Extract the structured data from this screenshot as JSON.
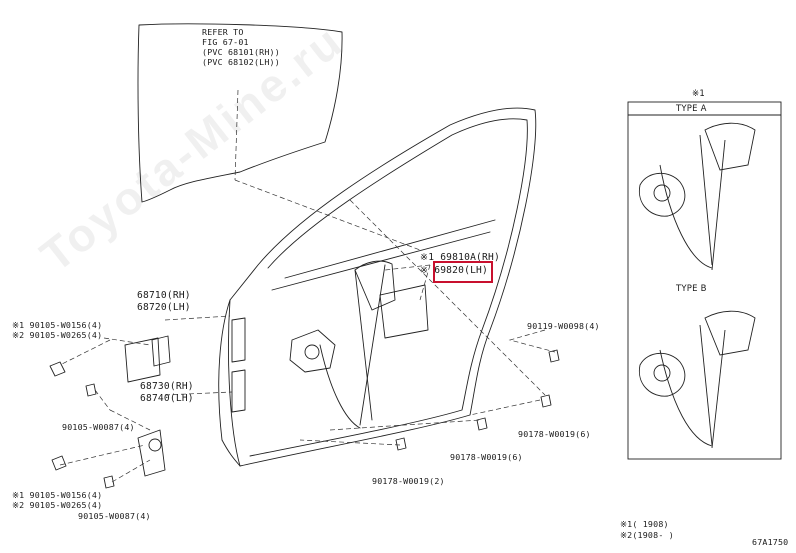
{
  "glass_ref": {
    "line1": "REFER TO",
    "line2": "FIG 67-01",
    "line3": "(PVC 68101(RH))",
    "line4": "(PVC 68102(LH))"
  },
  "regulator": {
    "rh": "※1 69810A(RH)",
    "lh": "※ 69820(LH)"
  },
  "hinge_upper": {
    "rh": "68710(RH)",
    "lh": "68720(LH)"
  },
  "hinge_lower": {
    "rh": "68730(RH)",
    "lh": "68740(LH)"
  },
  "bolts": {
    "upper_1": "※1 90105-W0156(4)",
    "upper_2": "※2 90105-W0265(4)",
    "mid": "90105-W0087(4)",
    "lower_1": "※1 90105-W0156(4)",
    "lower_2": "※2 90105-W0265(4)",
    "bottom": "90105-W0087(4)",
    "right_top": "90119-W0098(4)",
    "right_mid": "90178-W0019(6)",
    "center_low": "90178-W0019(6)",
    "left_low": "90178-W0019(2)"
  },
  "panel": {
    "note": "※1",
    "type_a": "TYPE A",
    "type_b": "TYPE B"
  },
  "footnotes": {
    "n1": "※1(       1908)",
    "n2": "※2(1908-       )"
  },
  "figure_code": "67A1750",
  "watermark": "Toyota-Mine.ru"
}
